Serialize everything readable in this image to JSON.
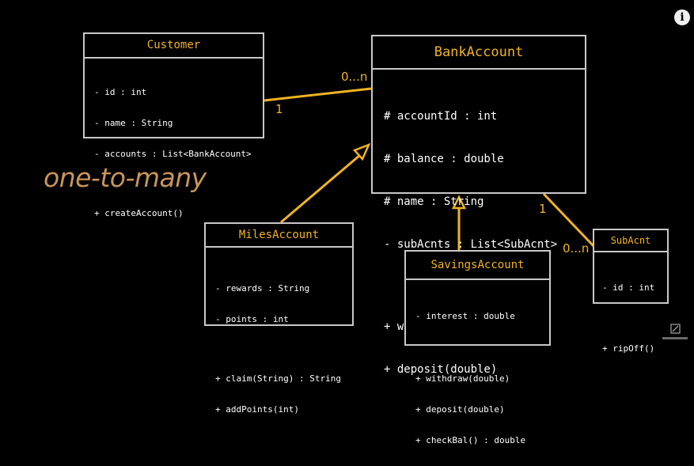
{
  "caption": "one-to-many",
  "colors": {
    "accent": "#f0b323",
    "border": "#c8c8c8",
    "caption": "#c8955a",
    "background": "#000000"
  },
  "classes": {
    "customer": {
      "name": "Customer",
      "attributes": [
        "- id : int",
        "- name : String",
        "- accounts : List<BankAccount>"
      ],
      "methods": [
        "+ createAccount()"
      ]
    },
    "bank_account": {
      "name": "BankAccount",
      "attributes": [
        "# accountId : int",
        "# balance : double",
        "# name : String",
        "- subAcnts : List<SubAcnt>"
      ],
      "methods": [
        "+ withdraw(double)",
        "+ deposit(double)"
      ]
    },
    "miles_account": {
      "name": "MilesAccount",
      "attributes": [
        "- rewards : String",
        "- points : int"
      ],
      "methods": [
        "+ claim(String) : String",
        "+ addPoints(int)"
      ]
    },
    "savings_account": {
      "name": "SavingsAccount",
      "attributes": [
        "- interest : double"
      ],
      "methods": [
        "+ withdraw(double)",
        "+ deposit(double)",
        "+ checkBal() : double"
      ]
    },
    "sub_acnt": {
      "name": "SubAcnt",
      "attributes": [
        "- id : int"
      ],
      "methods": [
        "+ ripOff()"
      ]
    }
  },
  "multiplicities": {
    "customer_side": "1",
    "bank_side": "0...n",
    "bank_to_sub": "1",
    "sub_side": "0...n"
  },
  "icons": {
    "info": "info-icon",
    "logo": "geekific-logo"
  }
}
